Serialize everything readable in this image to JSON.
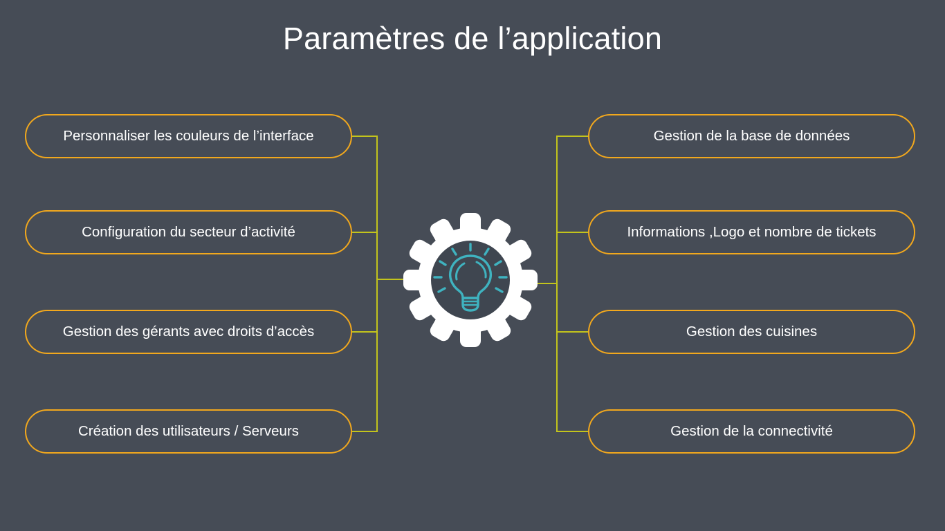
{
  "slide": {
    "title": "Paramètres de l’application",
    "background_color": "#464c56",
    "title_color": "#ffffff"
  },
  "theme": {
    "pill_border_color": "#f2a81d",
    "connector_color": "#c3c41c",
    "gear_color": "#ffffff",
    "gear_inner_circle_color": "#3f4650",
    "bulb_color": "#3fb3c0"
  },
  "center": {
    "icon_name": "gear-lightbulb-icon",
    "gear_teeth": 12
  },
  "branches": {
    "left": [
      {
        "label": "Personnaliser les couleurs de l’interface"
      },
      {
        "label": "Configuration du secteur d’activité"
      },
      {
        "label": "Gestion des gérants avec droits d’accès"
      },
      {
        "label": "Création des utilisateurs / Serveurs"
      }
    ],
    "right": [
      {
        "label": "Gestion de la base de données"
      },
      {
        "label": "Informations ,Logo et nombre de tickets"
      },
      {
        "label": "Gestion des cuisines"
      },
      {
        "label": "Gestion de la connectivité"
      }
    ]
  }
}
